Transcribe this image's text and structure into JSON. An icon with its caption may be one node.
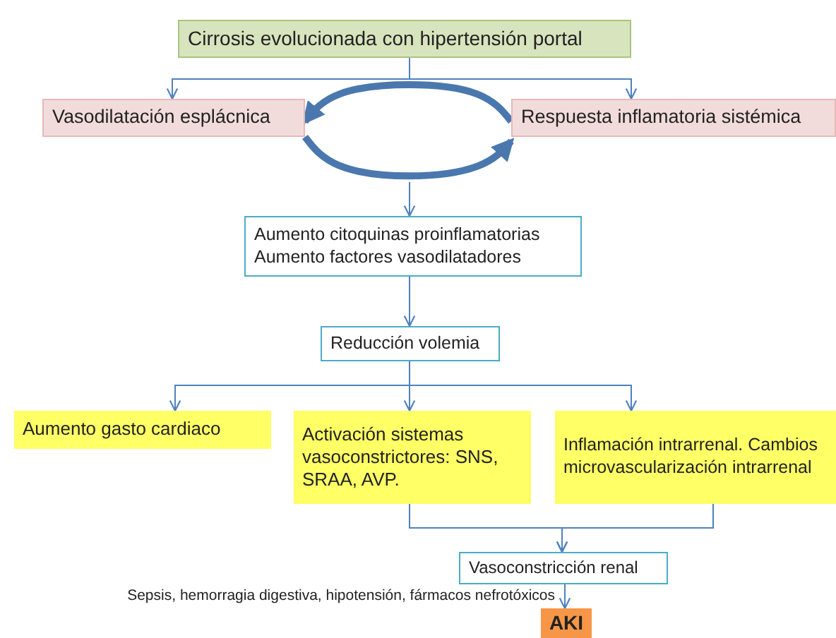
{
  "diagram": {
    "nodes": [
      {
        "text": [
          "Cirrosis evolucionada con hipertensión portal"
        ]
      },
      {
        "text": [
          "Vasodilatación esplácnica"
        ]
      },
      {
        "text": [
          "Respuesta inflamatoria sistémica"
        ]
      },
      {
        "text": [
          "Aumento citoquinas proinflamatorias",
          "Aumento factores vasodilatadores"
        ]
      },
      {
        "text": [
          "Reducción volemia"
        ]
      },
      {
        "text": [
          "Aumento gasto cardiaco"
        ]
      },
      {
        "text": [
          "Activación sistemas vasoconstrictores: SNS, SRAA, AVP."
        ]
      },
      {
        "text": [
          "Inflamación intrarrenal. Cambios microvascularización intrarrenal"
        ]
      },
      {
        "text": [
          "Vasoconstricción renal"
        ]
      },
      {
        "text": [
          "AKI"
        ]
      }
    ],
    "edges": [
      {
        "from": 0,
        "to": 1,
        "arrow": "to"
      },
      {
        "from": 0,
        "to": 2,
        "arrow": "to"
      },
      {
        "from": 2,
        "to": 1,
        "arrow": "to",
        "style": "thick",
        "color": "#4a78ae"
      },
      {
        "from": 1,
        "to": 2,
        "arrow": "to",
        "style": "thick",
        "color": "#4a78ae"
      },
      {
        "from": null,
        "to": 3,
        "arrow": "to"
      },
      {
        "from": 3,
        "to": 4,
        "arrow": "to"
      },
      {
        "from": 4,
        "to": 5,
        "arrow": "to"
      },
      {
        "from": 4,
        "to": 6,
        "arrow": "to"
      },
      {
        "from": 4,
        "to": 7,
        "arrow": "to"
      },
      {
        "from": 6,
        "to": 8,
        "arrow": "to"
      },
      {
        "from": 7,
        "to": 8,
        "arrow": "to"
      },
      {
        "from": 8,
        "to": 9,
        "arrow": "to"
      }
    ],
    "labels": [
      "Sepsis, hemorragia digestiva, hipotensión, fármacos nefrotóxicos"
    ]
  }
}
